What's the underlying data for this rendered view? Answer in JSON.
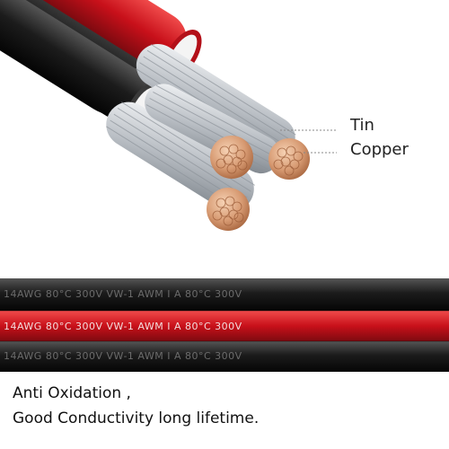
{
  "labels": {
    "tin": "Tin",
    "copper": "Copper"
  },
  "wire_prints": {
    "black_top": "14AWG 80°C 300V VW-1          AWM I A 80°C 300V",
    "red": "14AWG 80°C 300V VW-1          AWM I A 80°C 300V",
    "black_bottom": "14AWG 80°C 300V VW-1          AWM I A 80°C 300V"
  },
  "tagline": {
    "line1": "Anti Oxidation ,",
    "line2": "Good Conductivity long lifetime."
  },
  "colors": {
    "red_insulation": "#c8101a",
    "black_insulation": "#1a1a1a",
    "copper": "#d8a07a",
    "tin": "#c0c4c8"
  }
}
